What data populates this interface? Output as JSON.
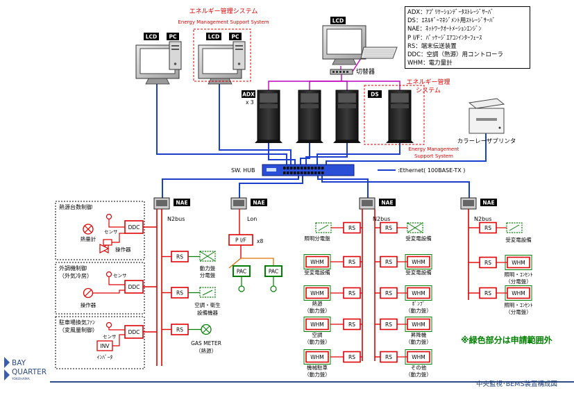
{
  "colors": {
    "network": "#1a3fd0",
    "control": "#e00000",
    "console": "#c000c0",
    "scope_out": "#008000",
    "orange": "#e07000",
    "footer_bar": "#2c4a86"
  },
  "icons": [
    "crt-monitor-icon",
    "desktop-pc-icon",
    "server-tower-icon",
    "switch-hub-icon",
    "controller-box-icon",
    "laser-printer-icon",
    "keyboard-icon",
    "kvm-switch-icon",
    "flow-meter-icon",
    "damper-actuator-icon",
    "gas-meter-icon"
  ],
  "legend": [
    "ADX：ｱﾌﾟﾘｹｰｼｮﾝﾃﾞｰﾀｽﾄﾚｰｼﾞｻｰﾊﾞ",
    "DS：ｴﾈﾙｷﾞｰﾏﾈｼﾞﾒﾝﾄ用ｽﾄﾚｰｼﾞｻｰﾊﾞ",
    "NAE：ﾈｯﾄﾜｰｸｵｰﾄﾒｰｼｮﾝｴﾝｼﾞﾝ",
    "P I/F：ﾊﾟｯｹｰｼﾞｴｱｺﾝｲﾝﾀｰﾌｪｰｽ",
    "RS：端末伝送装置",
    "DDC：空調（熱源）用コントローラ",
    "WHM：電力量計"
  ],
  "top": {
    "ems_title": "エネルギー管理システム",
    "ems_subtitle": "Energy Management Support System",
    "lcd": "LCD",
    "pc": "PC",
    "kvm_label": "切替器",
    "adx": "ADX",
    "adx_count": "x 3",
    "ds": "DS",
    "ds_title_1": "エネルギー管理",
    "ds_title_2": "システム",
    "ds_subtitle_1": "Energy Management",
    "ds_subtitle_2": "Support System",
    "printer_label": "カラーレーザプリンタ",
    "hub_label": "SW. HUB",
    "ethernet_label": ":Ethernet( 100BASE-TX )"
  },
  "nae": {
    "label": "NAE",
    "bus_n2": "N2bus",
    "bus_lon": "Lon"
  },
  "section1": {
    "group1_title": "熱源台数制御",
    "meter_label": "熱量計",
    "sensor": "センサ",
    "actuator": "操作器",
    "ddc": "DDC",
    "group2_title_1": "外調機制御",
    "group2_title_2": "（外気冷房）",
    "group3_title_1": "駐車場換気ﾌｧﾝ",
    "group3_title_2": "（変風量制御）",
    "inv": "INV",
    "inverter": "ｲﾝﾊﾞｰﾀ",
    "rs": "RS",
    "power_panel_1": "動力盤",
    "power_panel_2": "分電盤",
    "hvac_1": "空調・衛生",
    "hvac_2": "設備機器",
    "gas_meter_1": "GAS METER",
    "gas_meter_2": "（熱源）"
  },
  "section2": {
    "pif": "P I/F",
    "pif_count": "x8",
    "pac": "PAC"
  },
  "section3": {
    "rs": "RS",
    "whm": "WHM",
    "left_labels": [
      [
        "照明分電盤"
      ],
      [
        "受変電設備"
      ],
      [
        "熱源",
        "（動力盤）"
      ],
      [
        "空調",
        "（動力盤）"
      ],
      [
        "機械駐車",
        "（動力盤）"
      ]
    ],
    "right_labels": [
      [
        "受変電設備"
      ],
      [
        "受変電設備"
      ],
      [
        "ﾎﾟﾝﾌﾟ",
        "（動力盤）"
      ],
      [
        "昇降機",
        "（動力盤）"
      ],
      [
        "その他",
        "（動力盤）"
      ]
    ]
  },
  "section4": {
    "rs": "RS",
    "whm": "WHM",
    "labels": [
      [
        "受変電設備"
      ],
      [
        "照明・ｺﾝｾﾝﾄ",
        "（分電盤）"
      ],
      [
        "照明・ｺﾝｾﾝﾄ",
        "（分電盤）"
      ]
    ]
  },
  "footer": {
    "note": "※緑色部分は申請範囲外",
    "logo_line1": "BAY",
    "logo_line2": "QUARTER",
    "logo_line3": "YOKOHAMA",
    "title": "中央監視･BEMS装置構成図"
  }
}
